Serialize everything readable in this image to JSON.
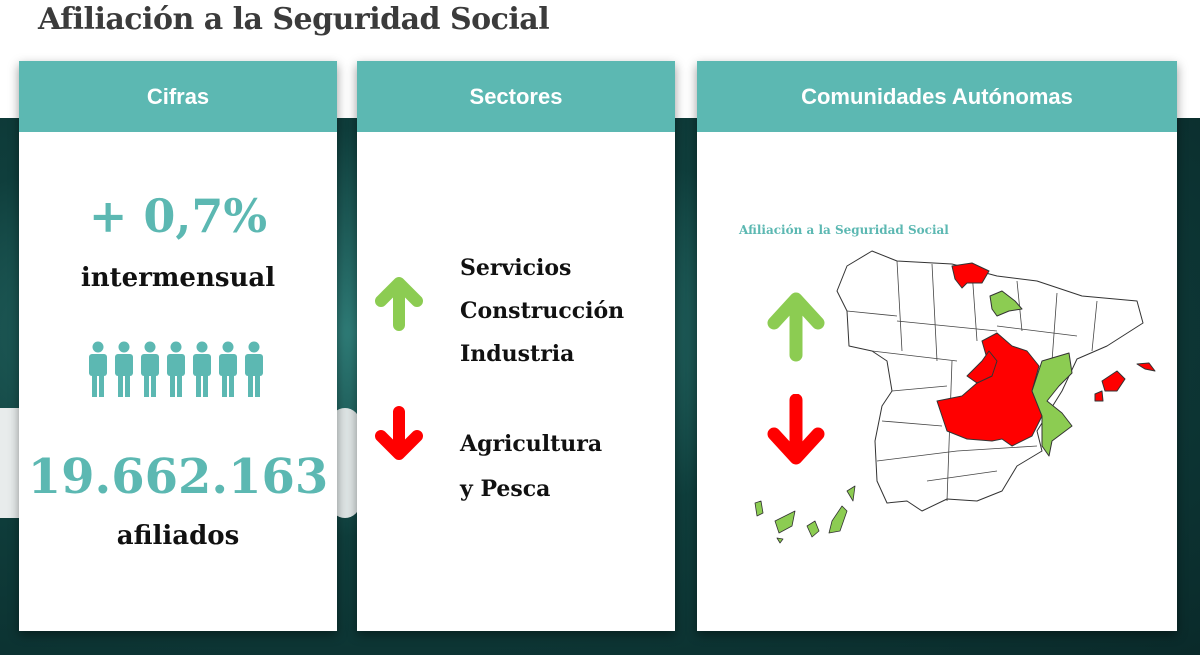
{
  "title": "Afiliación a la Seguridad Social",
  "cards": {
    "cifras": {
      "header": "Cifras",
      "change": "+ 0,7%",
      "change_label": "intermensual",
      "total": "19.662.163",
      "total_label": "afiliados"
    },
    "sectores": {
      "header": "Sectores",
      "up": [
        "Servicios",
        "Construcción",
        "Industria"
      ],
      "down": [
        "Agricultura",
        "y Pesca"
      ]
    },
    "comunidades": {
      "header": "Comunidades Autónomas",
      "map_title": "Afiliación a la Seguridad Social"
    }
  },
  "colors": {
    "accent": "#5cb8b2",
    "up": "#8ccc52",
    "down": "#ff0000"
  }
}
